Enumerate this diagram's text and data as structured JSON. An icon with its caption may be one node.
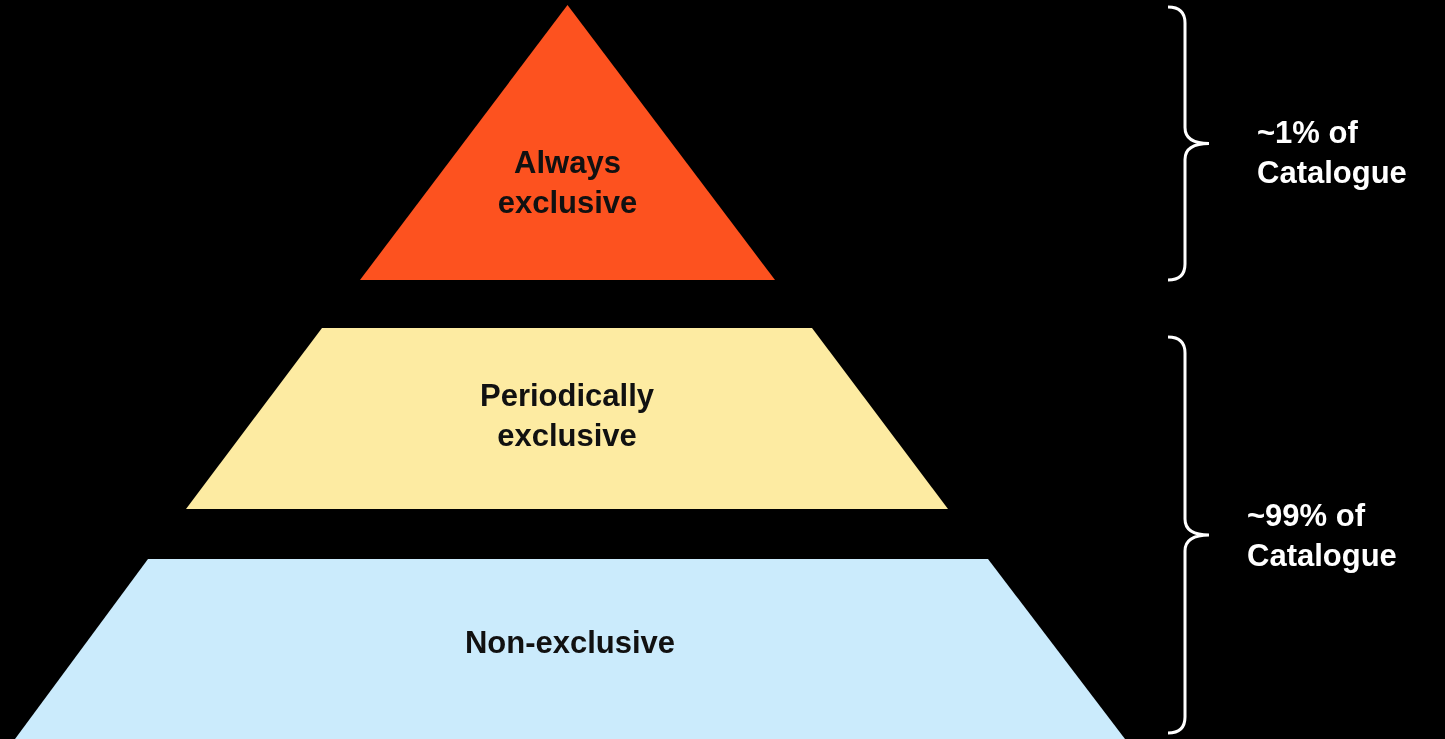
{
  "diagram": {
    "nodes": [
      {
        "text": [
          "Always exclusive"
        ]
      },
      {
        "text": [
          "Periodically exclusive"
        ]
      },
      {
        "text": [
          "Non-exclusive"
        ]
      }
    ],
    "labels": [
      "~1% of Catalogue",
      "~99% of Catalogue"
    ]
  }
}
